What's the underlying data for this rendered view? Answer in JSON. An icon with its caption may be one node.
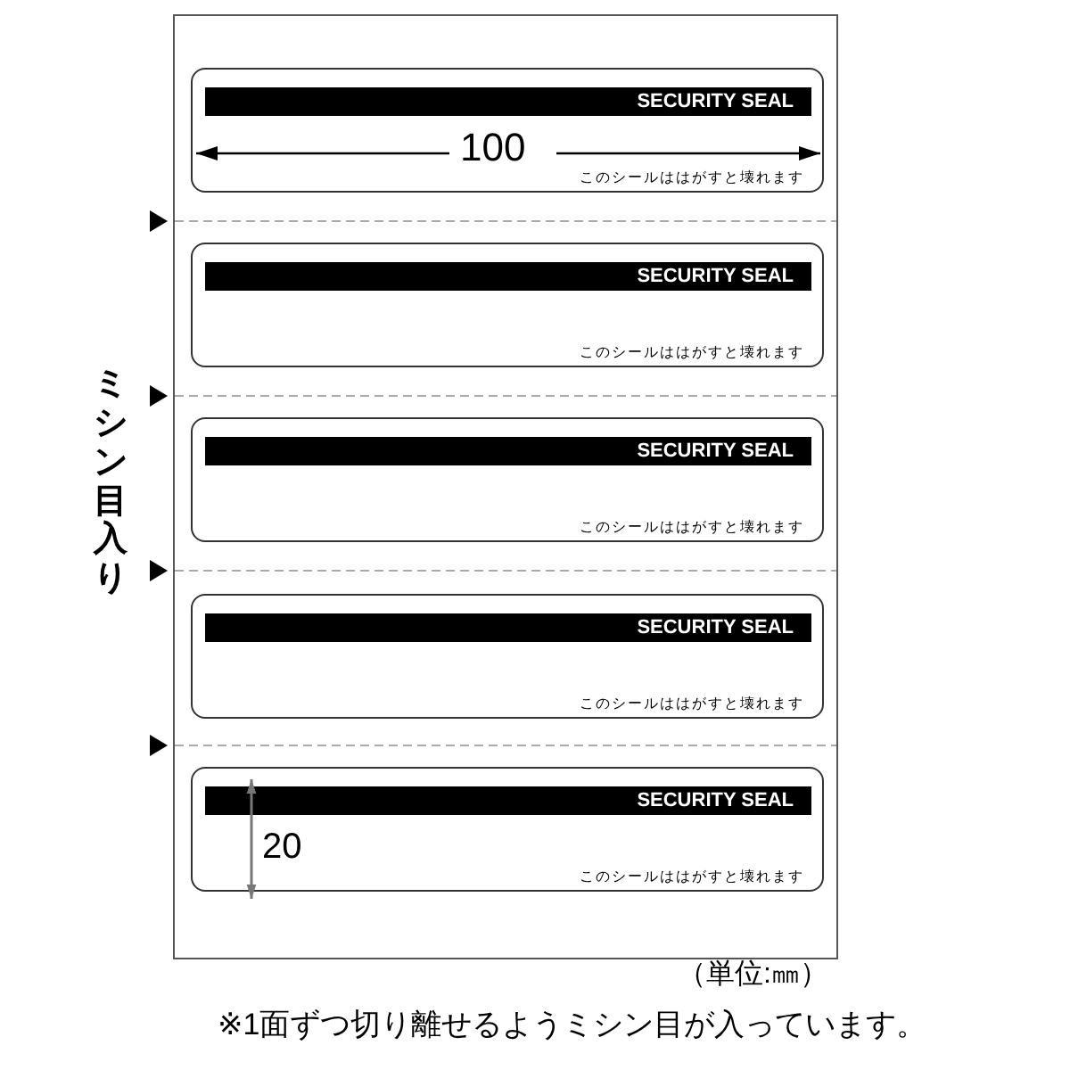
{
  "diagram": {
    "nodes": [
      {
        "text": [],
        "shape": "box"
      },
      {
        "text": [
          "SECURITY SEAL",
          "このシールははがすと壊れます"
        ],
        "in": 0
      },
      {
        "text": [
          "SECURITY SEAL",
          "このシールははがすと壊れます"
        ],
        "in": 0
      },
      {
        "text": [
          "SECURITY SEAL",
          "このシールははがすと壊れます"
        ],
        "in": 0
      },
      {
        "text": [
          "SECURITY SEAL",
          "このシールははがすと壊れます"
        ],
        "in": 0
      },
      {
        "text": [
          "SECURITY SEAL",
          "このシールははがすと壊れます"
        ],
        "in": 0
      }
    ],
    "labels": [
      "100",
      "20",
      "ミシン目入り",
      "（単位:㎜）",
      "※1面ずつ切り離せるようミシン目が入っています。"
    ]
  }
}
